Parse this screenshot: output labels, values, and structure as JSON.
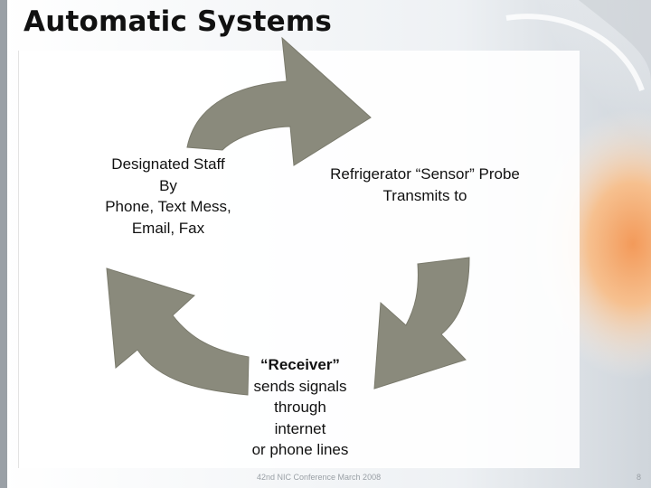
{
  "slide": {
    "title": "Automatic Systems",
    "footer": "42nd NIC Conference March 2008",
    "page_number": "8"
  },
  "cycle": {
    "staff": {
      "lines": [
        "Designated Staff",
        "By",
        "Phone, Text Mess,",
        "Email, Fax"
      ]
    },
    "sensor": {
      "lines": [
        "Refrigerator “Sensor” Probe",
        "Transmits to"
      ]
    },
    "receiver": {
      "lines": [
        "“Receiver”",
        "sends signals",
        "through",
        "internet",
        "or phone lines"
      ]
    }
  },
  "colors": {
    "arrow": "#8a8a7c",
    "arrow_edge": "#7a7a6c"
  }
}
